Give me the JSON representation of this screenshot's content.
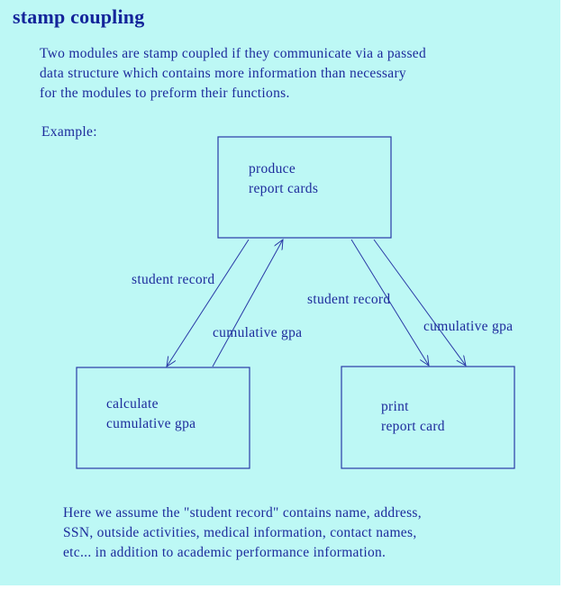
{
  "title": "stamp coupling",
  "intro_lines": [
    "Two modules are stamp coupled if they communicate via a passed",
    "data structure which contains more information than necessary",
    "for the modules to preform their functions."
  ],
  "example_label": "Example:",
  "diagram": {
    "nodes": {
      "produce": {
        "lines": [
          "produce",
          "report cards"
        ]
      },
      "calculate": {
        "lines": [
          "calculate",
          "cumulative gpa"
        ]
      },
      "print": {
        "lines": [
          "print",
          "report card"
        ]
      }
    },
    "edges": [
      {
        "from": "produce",
        "to": "calculate",
        "label": "student record"
      },
      {
        "from": "calculate",
        "to": "produce",
        "label": "cumulative gpa"
      },
      {
        "from": "produce",
        "to": "print",
        "label": "student record"
      },
      {
        "from": "produce",
        "to": "print",
        "label": "cumulative gpa"
      }
    ]
  },
  "footer_lines": [
    "Here we assume the \"student record\" contains name, address,",
    "SSN, outside activities, medical information, contact names,",
    "etc... in addition to academic performance information."
  ],
  "colors": {
    "background": "#bdf8f5",
    "text": "#1d2b9c",
    "title": "#14259a",
    "stroke": "#2a3aa6"
  }
}
